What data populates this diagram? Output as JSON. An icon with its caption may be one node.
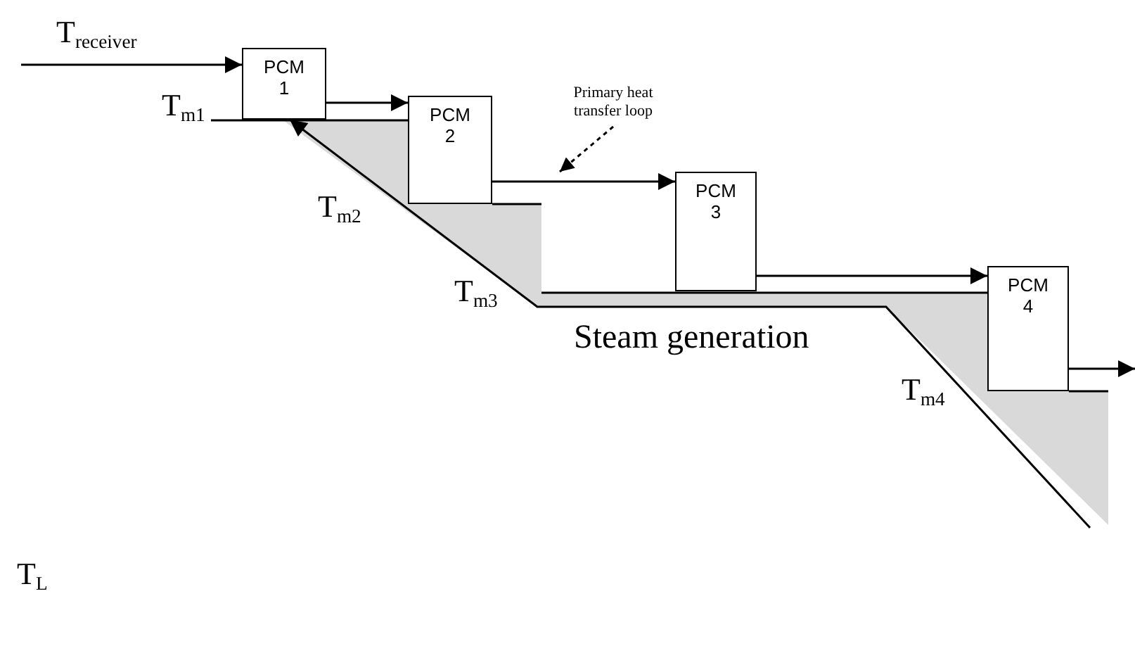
{
  "diagram": {
    "nodes": [
      {
        "text": [
          "PCM 1"
        ]
      },
      {
        "text": [
          "PCM 2"
        ]
      },
      {
        "text": [
          "PCM 3"
        ]
      },
      {
        "text": [
          "PCM 4"
        ]
      },
      {
        "text": [
          "Primary heat transfer loop"
        ]
      }
    ],
    "edges": [
      {
        "from": null,
        "to": 0,
        "arrow": "to"
      },
      {
        "from": 0,
        "to": 1,
        "arrow": "to"
      },
      {
        "from": 1,
        "to": 2,
        "arrow": "to"
      },
      {
        "from": 2,
        "to": 3,
        "arrow": "to"
      },
      {
        "from": 3,
        "to": null,
        "arrow": "to"
      },
      {
        "from": null,
        "to": 0,
        "arrow": "to"
      },
      {
        "from": 4,
        "to": null,
        "arrow": "to",
        "style": "dashed"
      }
    ],
    "labels": [
      "T$_{receiver}$",
      "T$_{m1}$",
      "T$_{m2}$",
      "T$_{m3}$",
      "T$_{m4}$",
      "Steam generation",
      "T$_{L}$"
    ]
  }
}
